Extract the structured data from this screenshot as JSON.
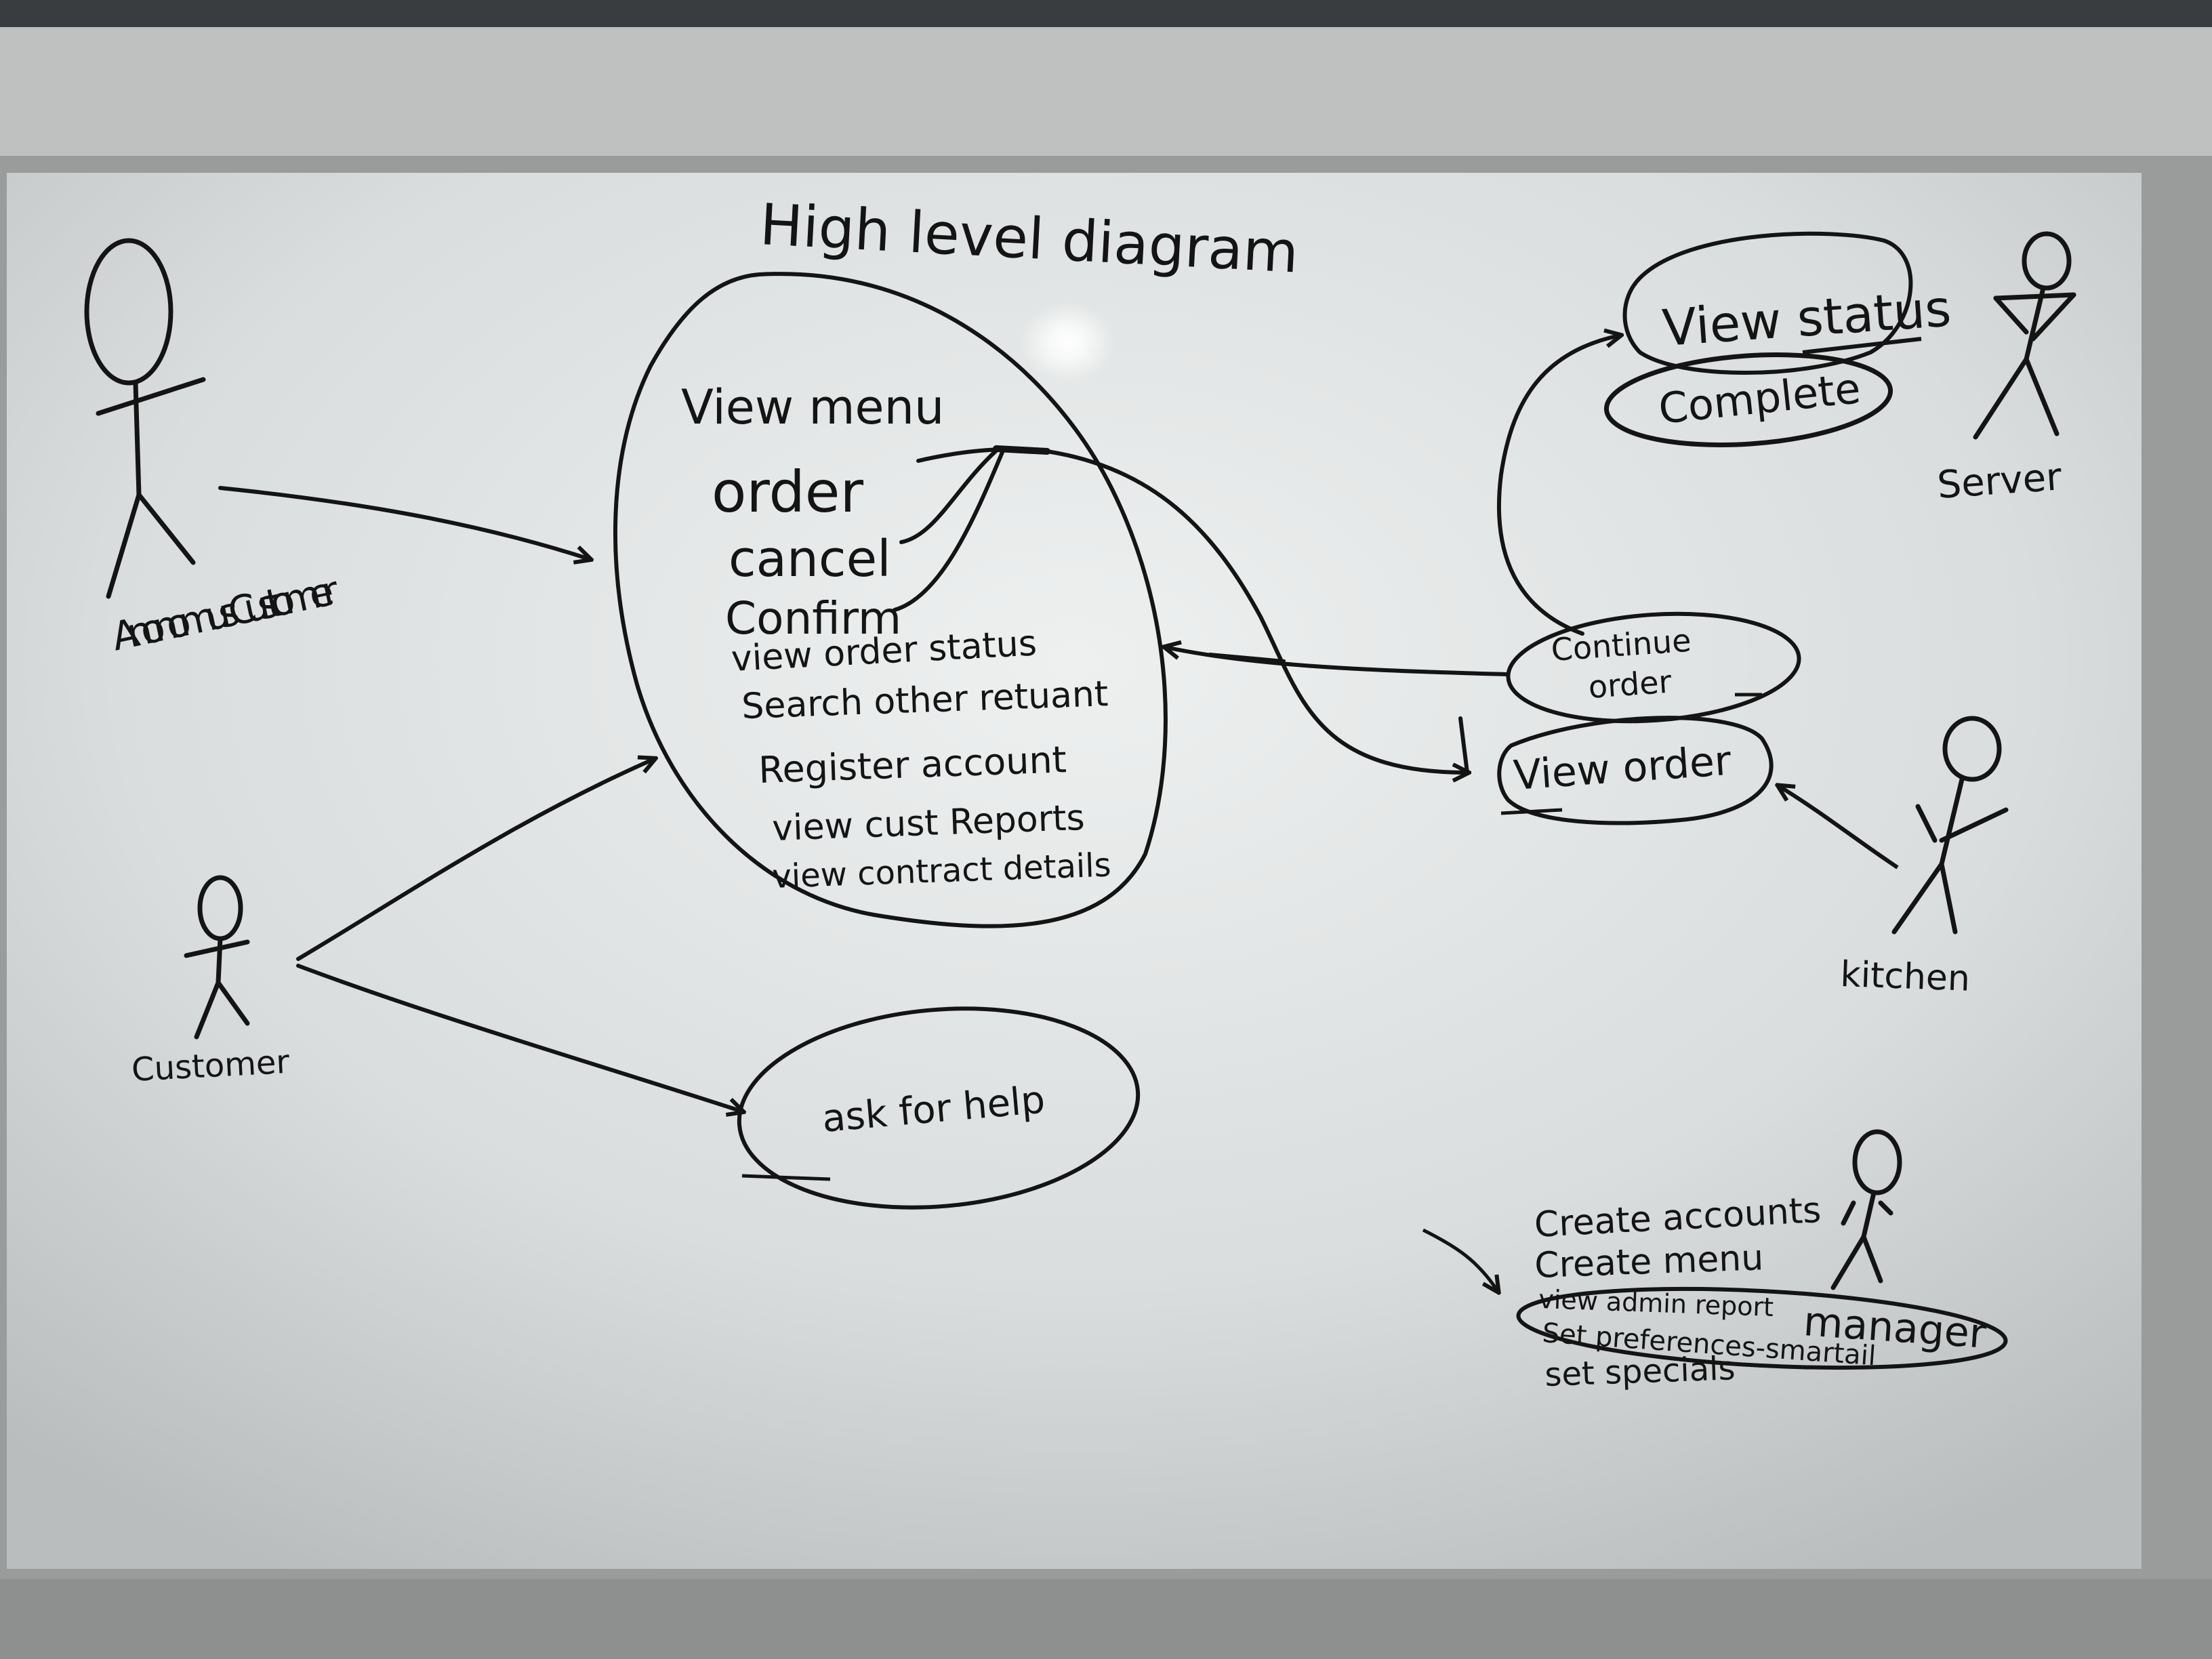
{
  "title": "High level diagram",
  "colors": {
    "ink": "#141414",
    "board": "#dfe3e4",
    "frame": "#9a9c9b",
    "wall": "#3a3d3f"
  },
  "actors": {
    "anonymous": "Anonomus Customer",
    "customer": "Customer",
    "server": "Server",
    "kitchen": "kitchen",
    "manager": "manager"
  },
  "main_bubble": {
    "items": [
      "View menu",
      "order",
      "cancel",
      "Confirm",
      "view order status",
      "Search other retuant",
      "Register account",
      "view cust Reports",
      "view contract details"
    ]
  },
  "help_bubble": "ask for help",
  "server_bubbles": {
    "view_status": "View status",
    "complete": "Complete"
  },
  "continue_order": [
    "Continue",
    "order"
  ],
  "view_order": "View order",
  "manager_items": [
    "Create accounts",
    "Create menu",
    "view admin report",
    "Set preferences-smartail",
    "set specials"
  ]
}
